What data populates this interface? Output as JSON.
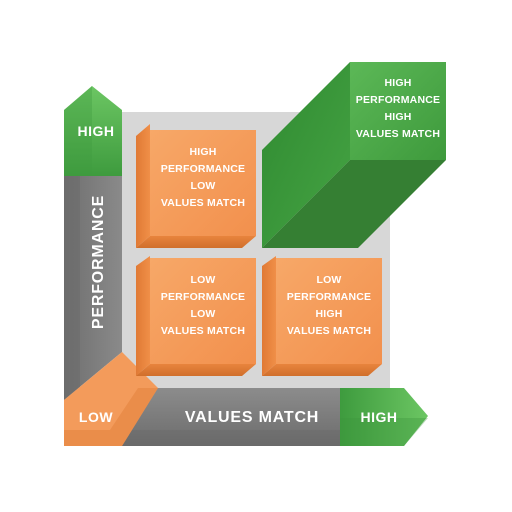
{
  "quadrants": {
    "top_left": [
      "HIGH",
      "PERFORMANCE",
      "LOW",
      "VALUES MATCH"
    ],
    "top_right": [
      "HIGH",
      "PERFORMANCE",
      "HIGH",
      "VALUES MATCH"
    ],
    "bottom_left": [
      "LOW",
      "PERFORMANCE",
      "LOW",
      "VALUES MATCH"
    ],
    "bottom_right": [
      "LOW",
      "PERFORMANCE",
      "HIGH",
      "VALUES MATCH"
    ]
  },
  "axes": {
    "y_label": "PERFORMANCE",
    "y_high": "HIGH",
    "x_label": "VALUES MATCH",
    "x_high": "HIGH",
    "origin_low": "LOW"
  },
  "colors": {
    "orange": "#f39b5b",
    "green": "#52b14d",
    "gray": "#7d7d7d",
    "panel": "#d7d7d7"
  }
}
